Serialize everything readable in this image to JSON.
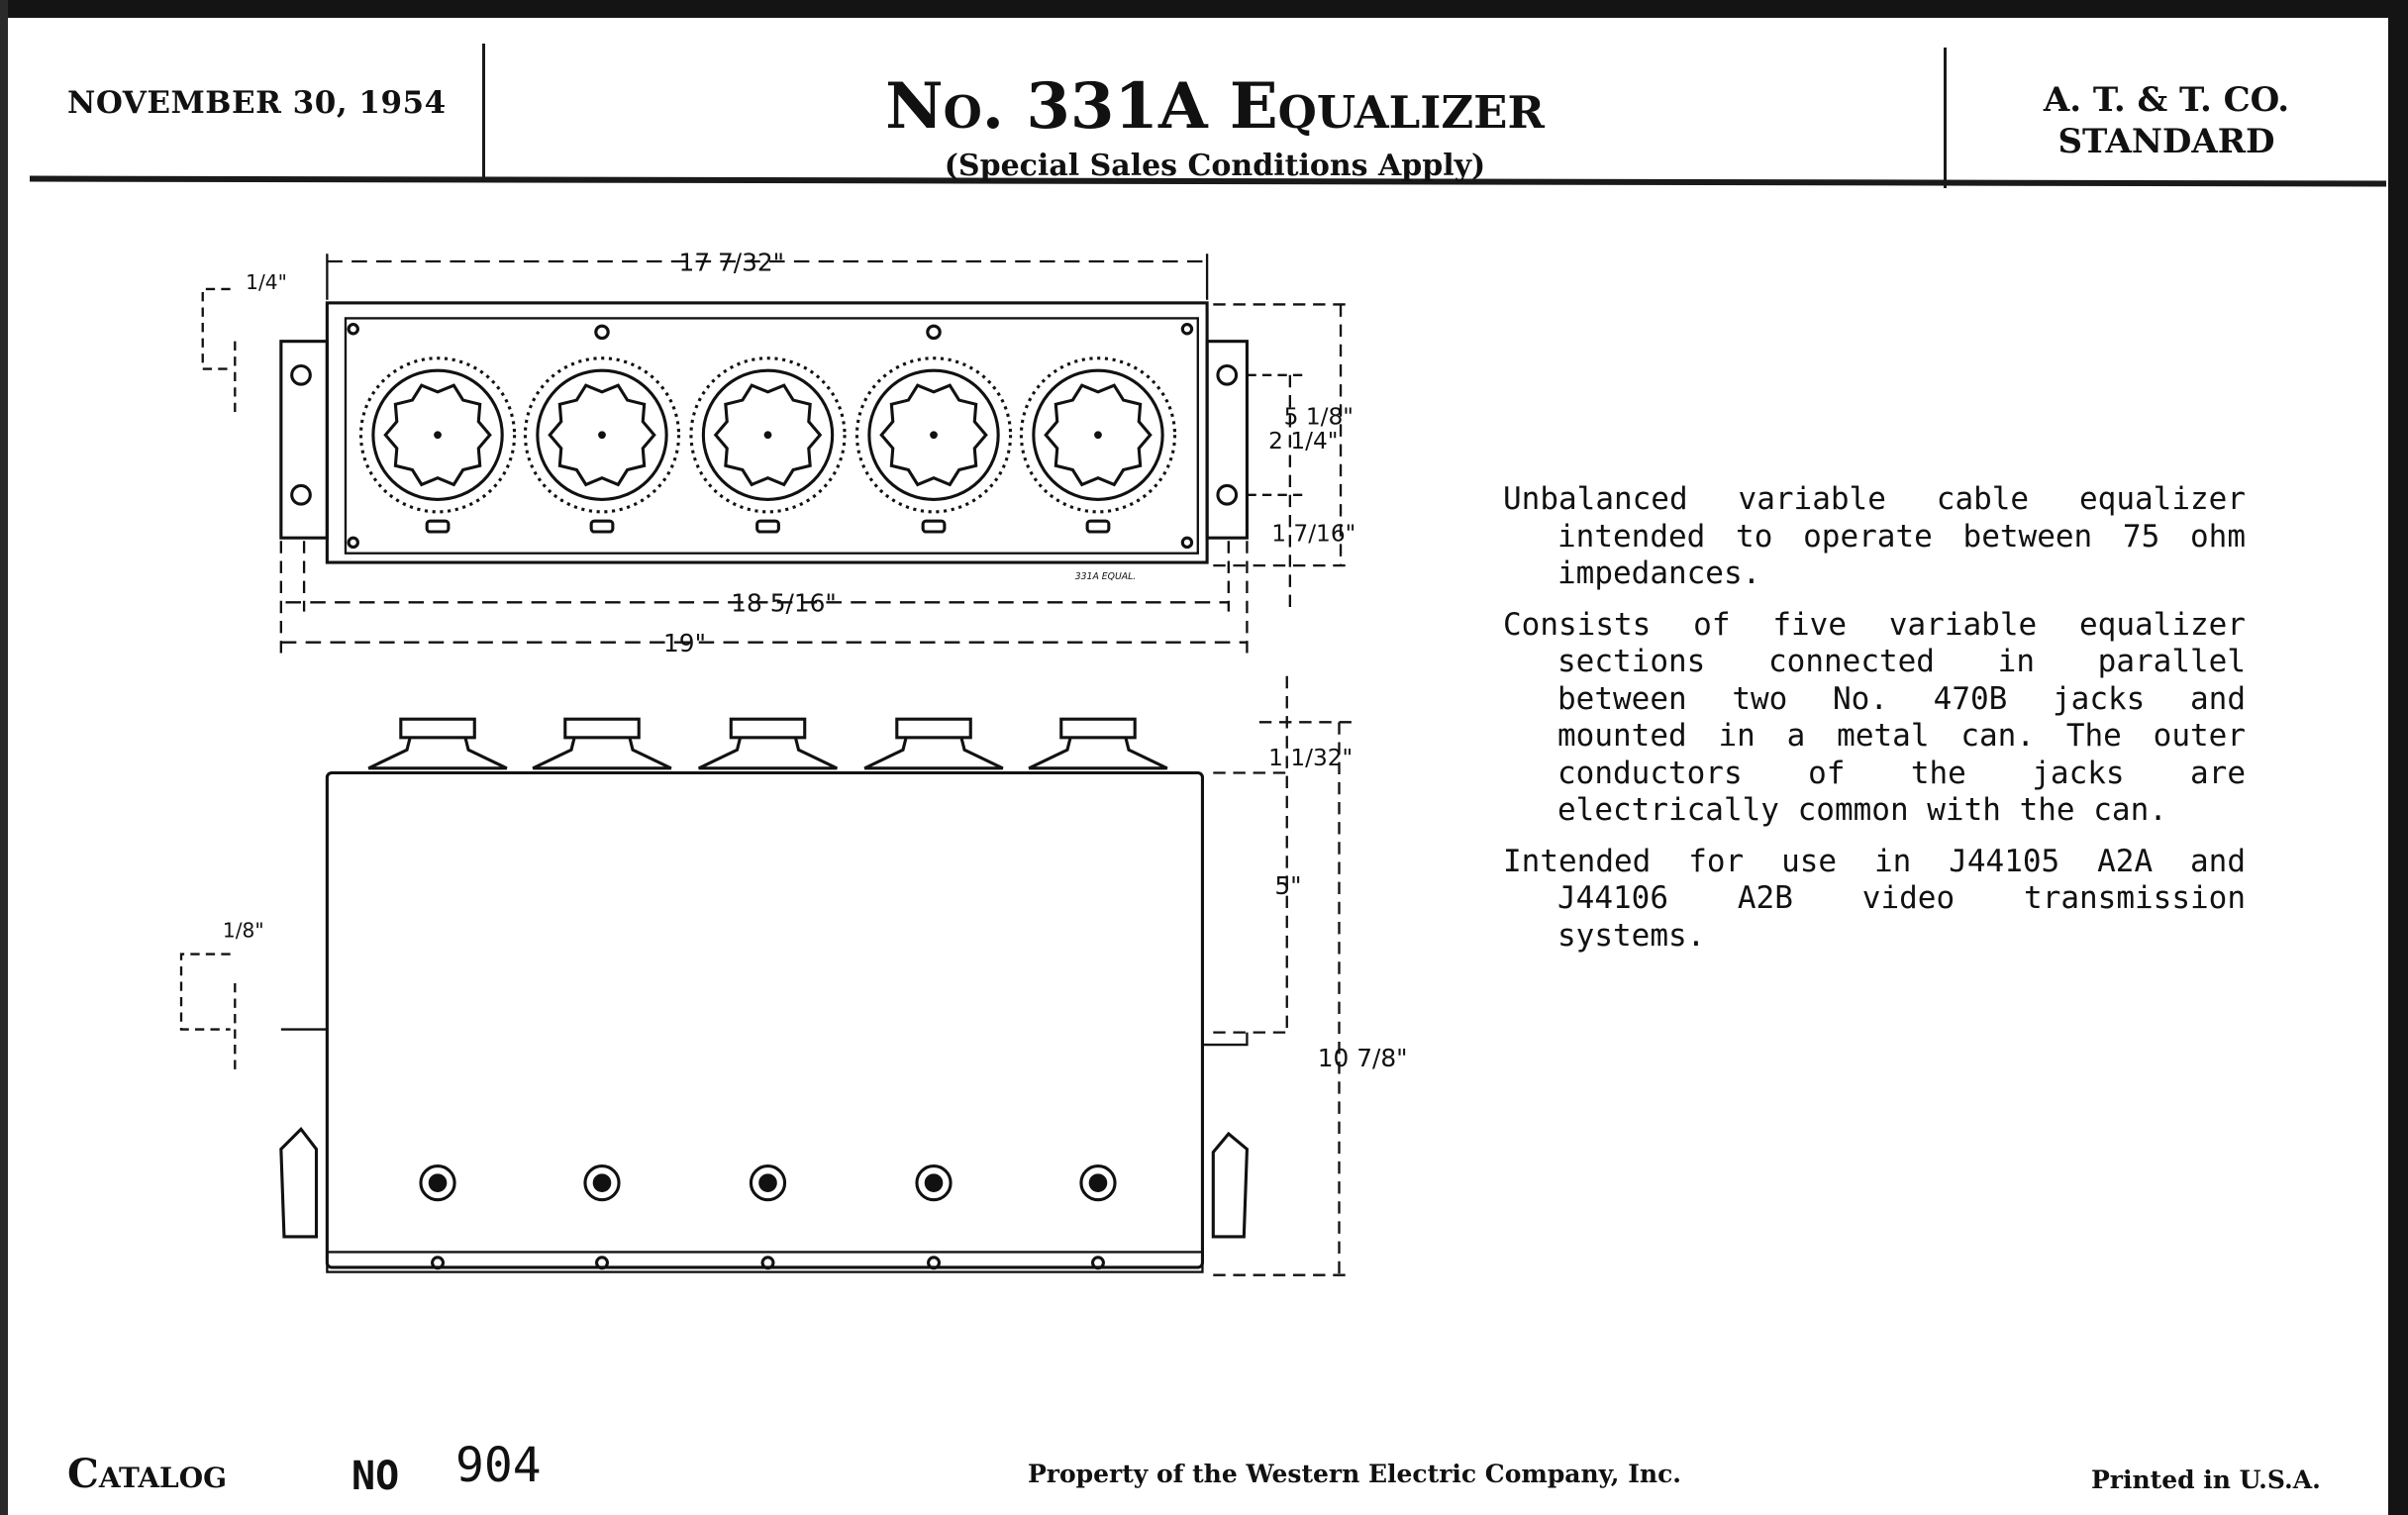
{
  "header": {
    "date": "NOVEMBER 30, 1954",
    "title": "No. 331A Equalizer",
    "subtitle": "(Special Sales Conditions Apply)",
    "company_line1": "A. T. & T. CO.",
    "company_line2": "STANDARD"
  },
  "description": [
    "Unbalanced variable cable equalizer intended to operate between 75 ohm impedances.",
    "Consists of five variable equalizer sections connected in parallel between two No. 470B jacks and mounted in a metal can. The outer conductors of the jacks are electrically common with the can.",
    "Intended for use in J44105 A2A and J44106 A2B video transmission systems."
  ],
  "drawing": {
    "top_view": {
      "width_panel": "17 7/32\"",
      "flange_offset": "1/4\"",
      "height_total": "5 1/8\"",
      "mount_spacing": "2 1/4\"",
      "bottom_offset": "1 7/16\"",
      "width_flanges": "18 5/16\"",
      "width_overall": "19\"",
      "nameplate": "331A EQUAL."
    },
    "front_view": {
      "knob_height": "1 1/32\"",
      "body_upper": "5\"",
      "flange_offset": "1/8\"",
      "height_total": "10 7/8\""
    }
  },
  "footer": {
    "catalog_label": "Catalog",
    "catalog_no_label": "NO",
    "catalog_number": "904",
    "property": "Property of the Western Electric Company, Inc.",
    "printed": "Printed in U.S.A."
  }
}
